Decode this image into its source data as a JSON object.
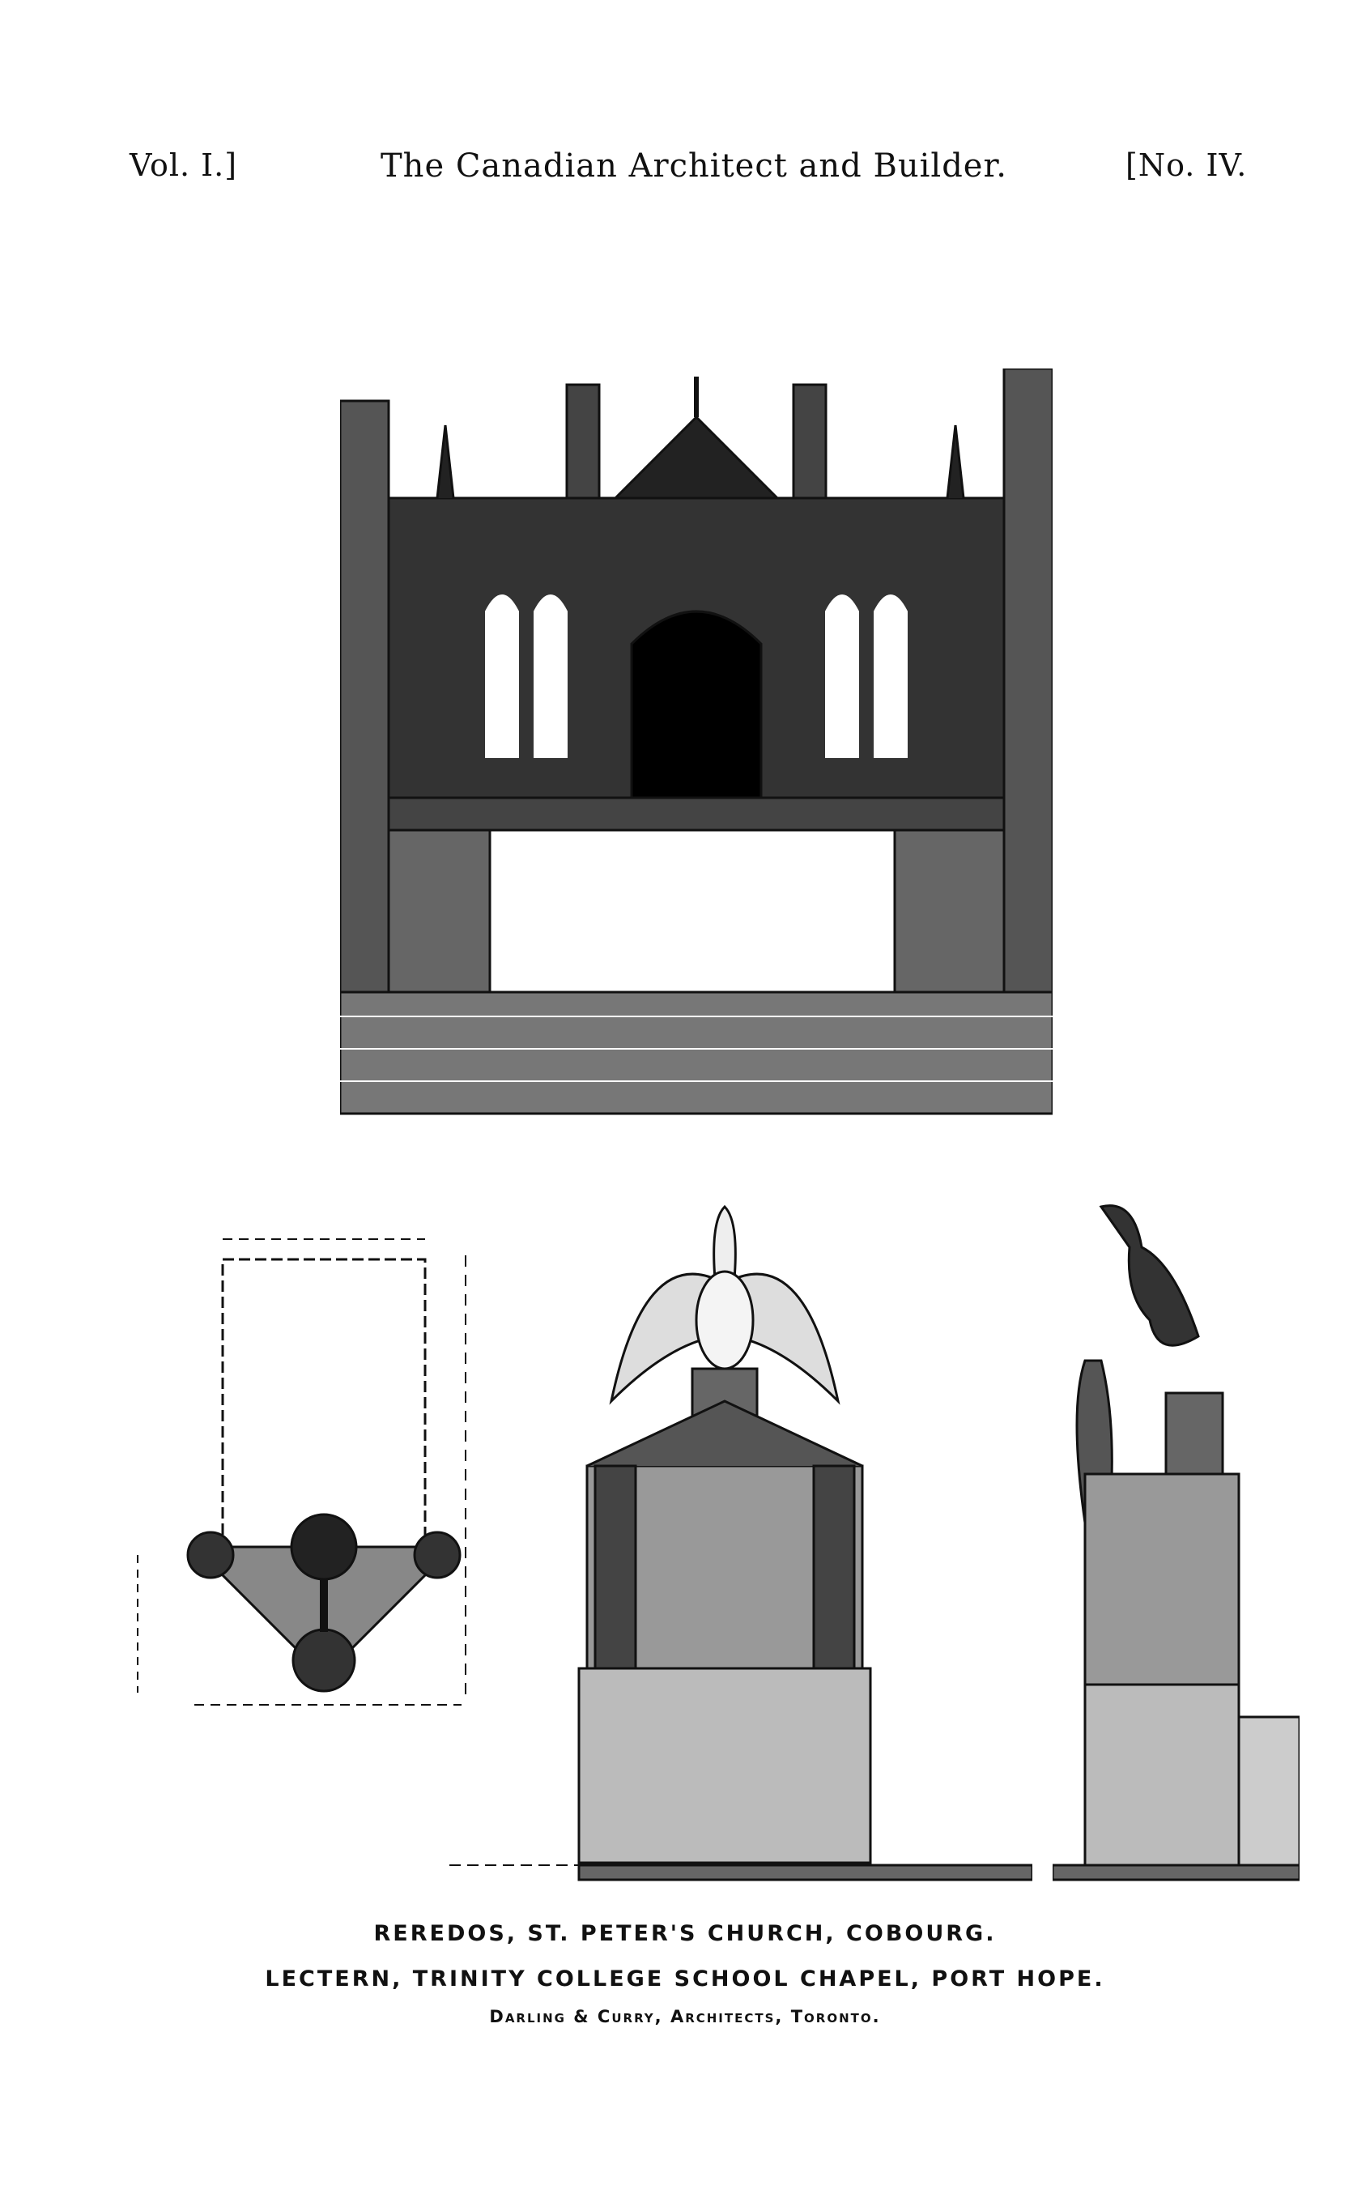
{
  "header": {
    "volume": "Vol. I.]",
    "title": "The Canadian Architect and Builder.",
    "number": "[No. IV."
  },
  "captions": {
    "line1": "REREDOS, ST. PETER'S CHURCH, COBOURG.",
    "line2": "LECTERN, TRINITY COLLEGE SCHOOL CHAPEL, PORT HOPE.",
    "line3": "Darling & Curry, Architects, Toronto."
  }
}
